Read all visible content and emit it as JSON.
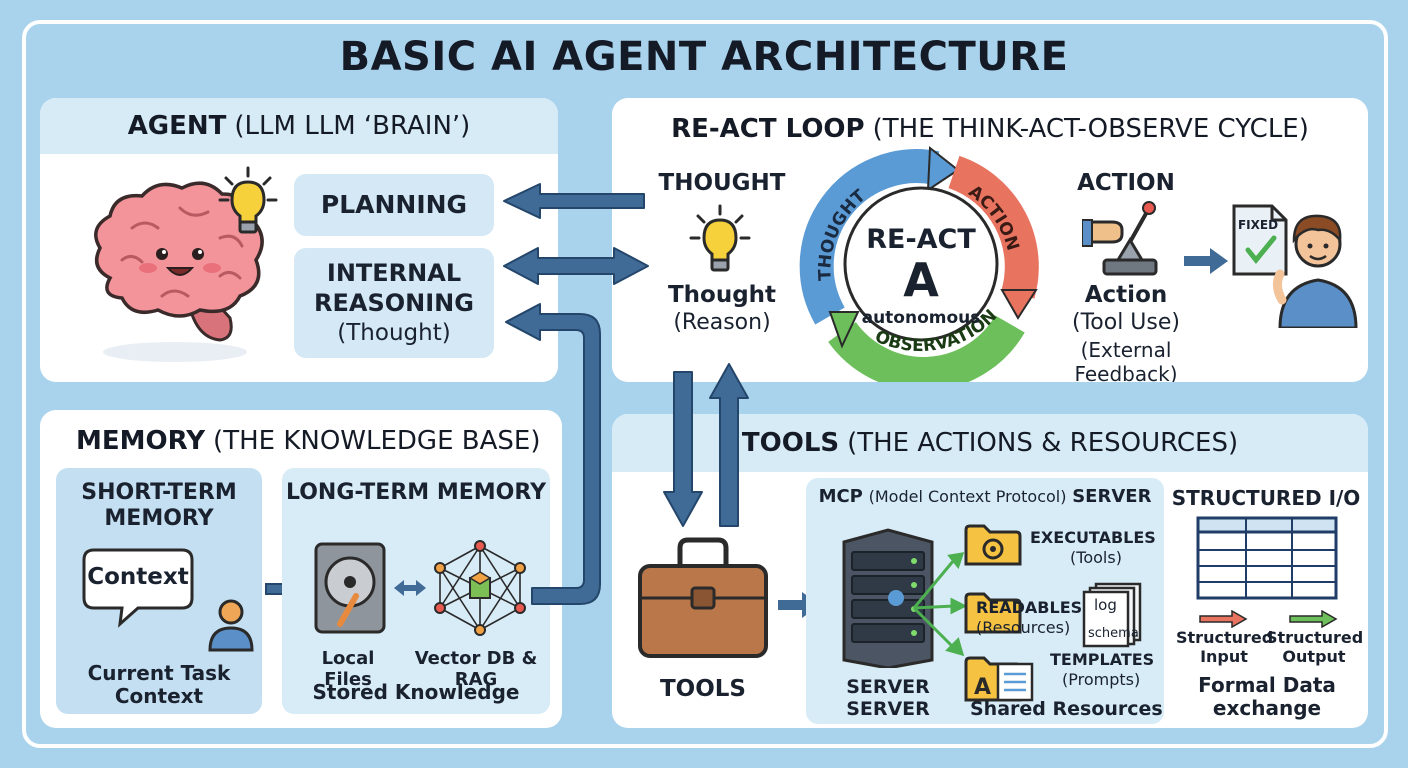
{
  "title": "BASIC AI AGENT ARCHITECTURE",
  "agent": {
    "head_bold": "AGENT",
    "head_rest": "(LLM LLM ‘BRAIN’)",
    "planning": "PLANNING",
    "internal_reasoning": "INTERNAL REASONING",
    "thought_paren": "(Thought)"
  },
  "react": {
    "head_bold": "RE-ACT LOOP",
    "head_rest": "(THE THINK-ACT-OBSERVE CYCLE)",
    "thought_title": "THOUGHT",
    "thought_label": "Thought",
    "thought_sub": "(Reason)",
    "cycle_title": "RE-ACT",
    "cycle_letter": "A",
    "cycle_sub": "autonomous",
    "arc_thought": "THOUGHT",
    "arc_action": "ACTION",
    "arc_observation": "OBSERVATION",
    "action_title": "ACTION",
    "action_label": "Action",
    "action_sub": "(Tool Use)",
    "action_feedback": "(External Feedback)",
    "fixed_doc": "FIXED"
  },
  "memory": {
    "head_bold": "MEMORY",
    "head_rest": "(THE KNOWLEDGE BASE)",
    "short_term_title": "SHORT-TERM MEMORY",
    "context_bubble": "Context",
    "current_task": "Current Task Context",
    "long_term_title": "LONG-TERM MEMORY",
    "local_files": "Local Files",
    "vector_db": "Vector DB & RAG",
    "stored_knowledge": "Stored Knowledge"
  },
  "tools": {
    "head_bold": "TOOLS",
    "head_rest": "(THE ACTIONS & RESOURCES)",
    "toolbox_label": "TOOLS",
    "mcp_bold": "MCP",
    "mcp_paren": "(Model Context Protocol)",
    "mcp_server": "SERVER",
    "server_label": "SERVER SERVER",
    "executables": "EXECUTABLES",
    "executables_sub": "(Tools)",
    "readables": "READABLES",
    "readables_sub": "(Resources)",
    "templates": "TEMPLATES",
    "templates_sub": "(Prompts)",
    "log_doc": "log",
    "schema_doc": "schema",
    "shared_resources": "Shared Resources",
    "structured_title": "STRUCTURED I/O",
    "structured_input": "Structured Input",
    "structured_output": "Structured Output",
    "formal_data": "Formal Data exchange"
  },
  "colors": {
    "background": "#a9d3ec",
    "panel_header": "#d7ebf7",
    "arrow_blue": "#3f6b96",
    "cycle_blue": "#5b9bd5",
    "cycle_red": "#e8735f",
    "cycle_green": "#6cbf5a"
  },
  "icons": [
    "brain-icon",
    "lightbulb-icon",
    "speech-bubble-icon",
    "person-icon",
    "hard-drive-icon",
    "network-icon",
    "lever-icon",
    "document-icon",
    "toolbox-icon",
    "server-icon",
    "folder-gear-icon",
    "folder-icon",
    "template-icon",
    "table-icon"
  ]
}
